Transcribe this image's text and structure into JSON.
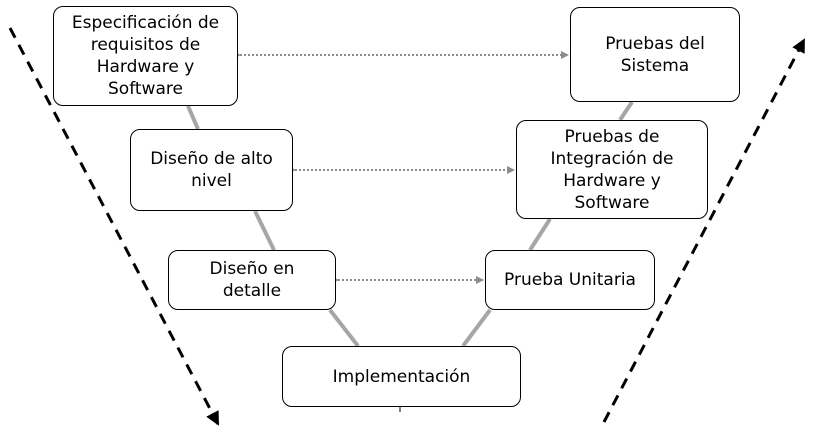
{
  "diagram": {
    "boxes": {
      "spec": "Especificación de\nrequisitos de\nHardware y\nSoftware",
      "high_level": "Diseño de alto\nnivel",
      "detail": "Diseño en\ndetalle",
      "implementation": "Implementación",
      "system_tests": "Pruebas del\nSistema",
      "integration_tests": "Pruebas de\nIntegración de\nHardware y\nSoftware",
      "unit_test": "Prueba Unitaria"
    },
    "colors": {
      "connector": "#a6a6a6",
      "link_dotted": "#8c8c8c",
      "flow_arrow": "#000000",
      "border": "#000000"
    }
  }
}
